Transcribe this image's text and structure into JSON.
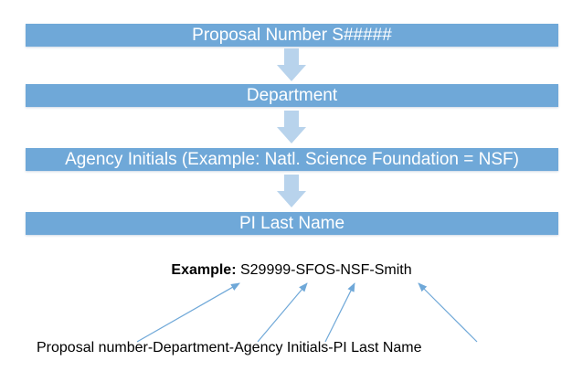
{
  "flow": {
    "steps": [
      {
        "label": "Proposal Number S#####"
      },
      {
        "label": "Department"
      },
      {
        "label": "Agency Initials (Example: Natl. Science Foundation = NSF)"
      },
      {
        "label": "PI Last Name"
      }
    ],
    "arrow_icon": "down-arrow-icon",
    "bar_color": "#6fa8d8",
    "arrow_color": "#b8d3ec"
  },
  "example": {
    "label": "Example:",
    "value": "S29999-SFOS-NSF-Smith"
  },
  "legend": {
    "text": "Proposal number-Department-Agency Initials-PI Last Name"
  },
  "pointer_color": "#6fa8d8"
}
